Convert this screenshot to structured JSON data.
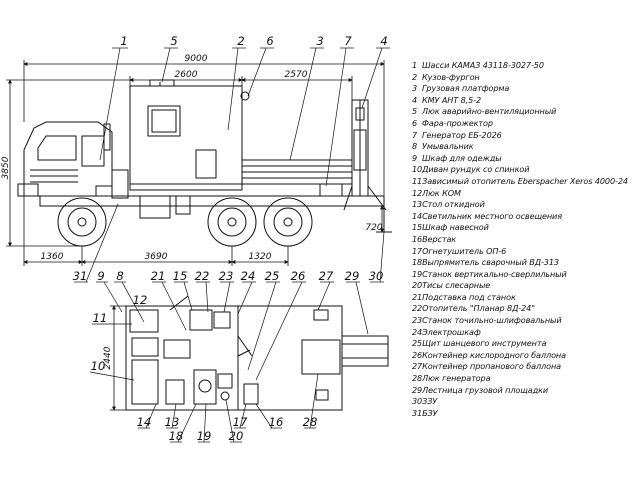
{
  "dimensions": {
    "total_length": "9000",
    "body_part_a": "2600",
    "body_part_b": "2570",
    "height": "3850",
    "rear_overhang_height": "720",
    "front_overhang": "1360",
    "wheelbase": "3690",
    "bogie": "1320",
    "floor_width": "2440"
  },
  "callouts_top": [
    "1",
    "5",
    "2",
    "6",
    "3",
    "7",
    "4"
  ],
  "callouts_side_bottom": [
    "31",
    "9",
    "8",
    "21",
    "15",
    "22",
    "23",
    "24",
    "25",
    "26",
    "27",
    "29",
    "30"
  ],
  "callouts_plan_left": [
    "11",
    "10"
  ],
  "callouts_plan_bottom": [
    "14",
    "13",
    "18",
    "19",
    "20",
    "16",
    "28"
  ],
  "callouts_plan_top": [
    "12"
  ],
  "callouts_plan_bottom_right": [
    "17"
  ],
  "legend": [
    {
      "num": "1",
      "text": "Шасси КАМАЗ 43118-3027-50"
    },
    {
      "num": "2",
      "text": "Кузов-фургон"
    },
    {
      "num": "3",
      "text": "Грузовая платформа"
    },
    {
      "num": "4",
      "text": "КМУ АНТ 8,5-2"
    },
    {
      "num": "5",
      "text": "Люк аварийно-вентиляционный"
    },
    {
      "num": "6",
      "text": "Фара-прожектор"
    },
    {
      "num": "7",
      "text": "Генератор ЕБ-2026"
    },
    {
      "num": "8",
      "text": "Умывальник"
    },
    {
      "num": "9",
      "text": "Шкаф для одежды"
    },
    {
      "num": "10",
      "text": "Диван рундук со спинкой"
    },
    {
      "num": "11",
      "text": "Зависимый отопитель Eberspacher Xeros 4000-24"
    },
    {
      "num": "12",
      "text": "Люк КОМ"
    },
    {
      "num": "13",
      "text": "Стол откидной"
    },
    {
      "num": "14",
      "text": "Светильник местного освещения"
    },
    {
      "num": "15",
      "text": "Шкаф навесной"
    },
    {
      "num": "16",
      "text": "Верстак"
    },
    {
      "num": "17",
      "text": "Огнетушитель ОП-6"
    },
    {
      "num": "18",
      "text": "Выпрямитель сварочный ВД-313"
    },
    {
      "num": "19",
      "text": "Станок вертикально-сверлильный"
    },
    {
      "num": "20",
      "text": "Тисы слесарные"
    },
    {
      "num": "21",
      "text": "Подставка под станок"
    },
    {
      "num": "22",
      "text": "Отопитель \"Планар 8Д-24\""
    },
    {
      "num": "23",
      "text": "Станок точильно-шлифовальный"
    },
    {
      "num": "24",
      "text": "Электрошкаф"
    },
    {
      "num": "25",
      "text": "Щит шанцевого инструмента"
    },
    {
      "num": "26",
      "text": "Контейнер кислородного баллона"
    },
    {
      "num": "27",
      "text": "Контейнер пропанового баллона"
    },
    {
      "num": "28",
      "text": "Люк генератора"
    },
    {
      "num": "29",
      "text": "Лестница грузовой площадки"
    },
    {
      "num": "30",
      "text": "ЗЗУ"
    },
    {
      "num": "31",
      "text": "БЗУ"
    }
  ]
}
